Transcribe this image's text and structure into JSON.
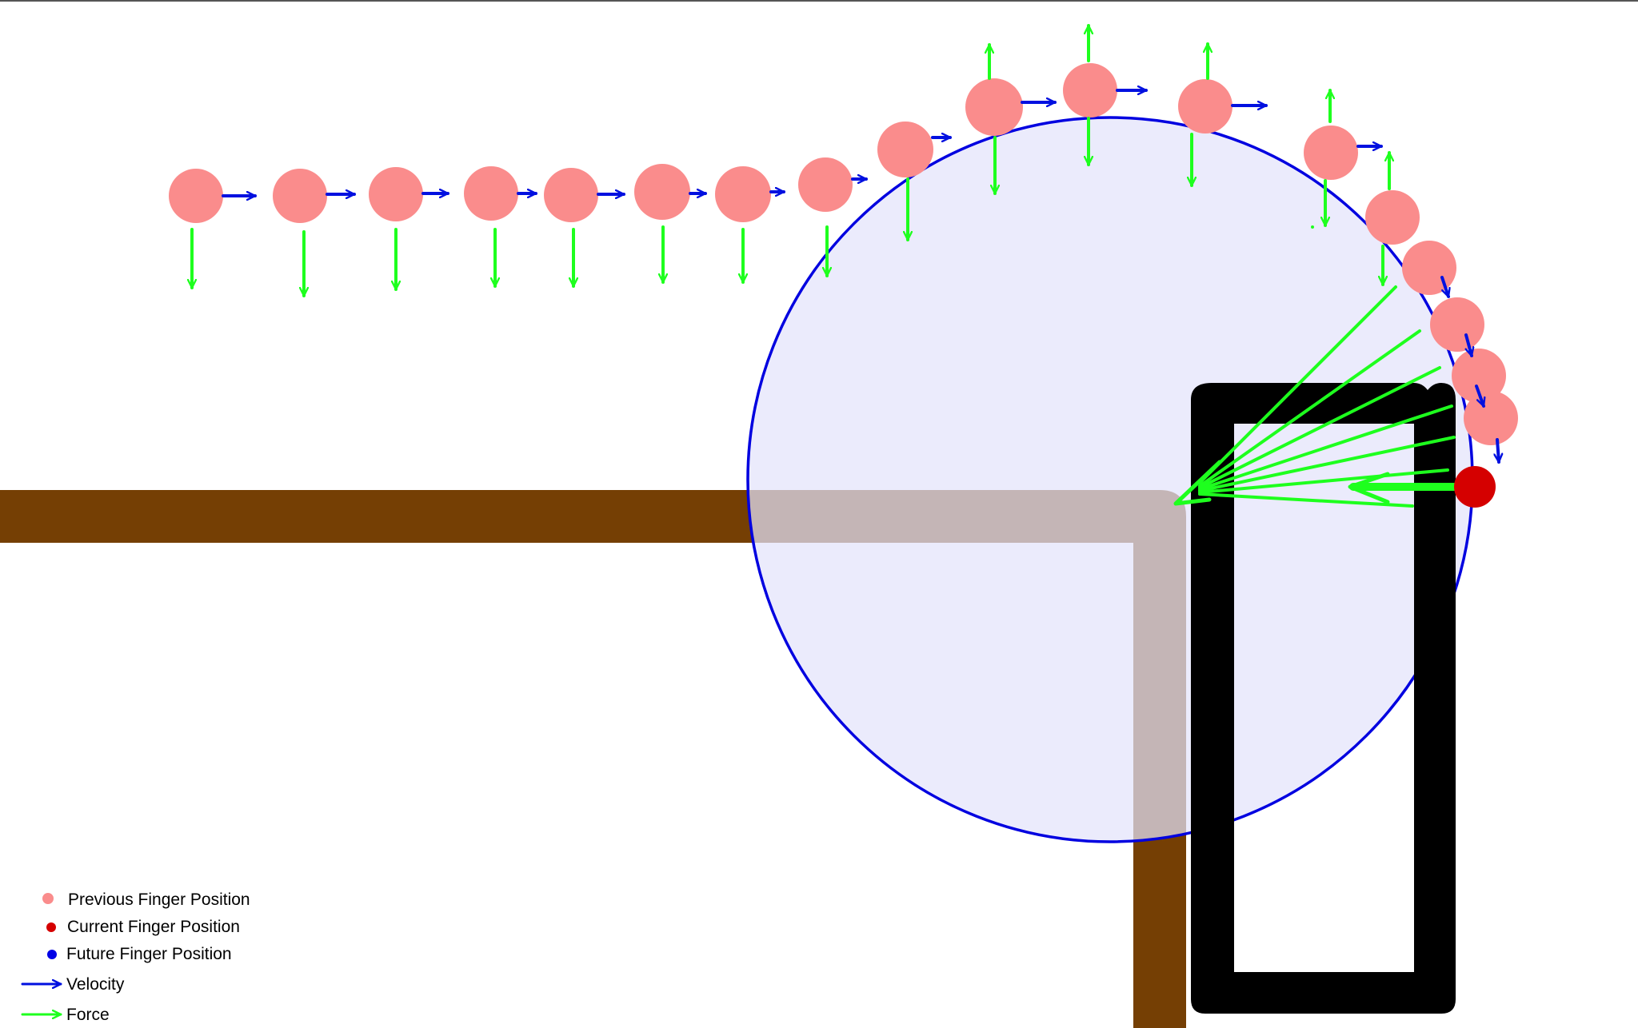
{
  "legend": {
    "previous_label": "Previous Finger Position",
    "current_label": "Current Finger Position",
    "future_label": "Future Finger Position",
    "velocity_label": "Velocity",
    "force_label": "Force"
  },
  "colors": {
    "previous_position": "#fa8c8c",
    "current_position": "#d50000",
    "future_position": "#0000e6",
    "velocity_arrow": "#0010e0",
    "force_arrow": "#1eff1e",
    "circle_stroke": "#0000e0",
    "circle_fill": "#e3e3fb",
    "surface": "#753f04",
    "object_outline": "#000000"
  }
}
